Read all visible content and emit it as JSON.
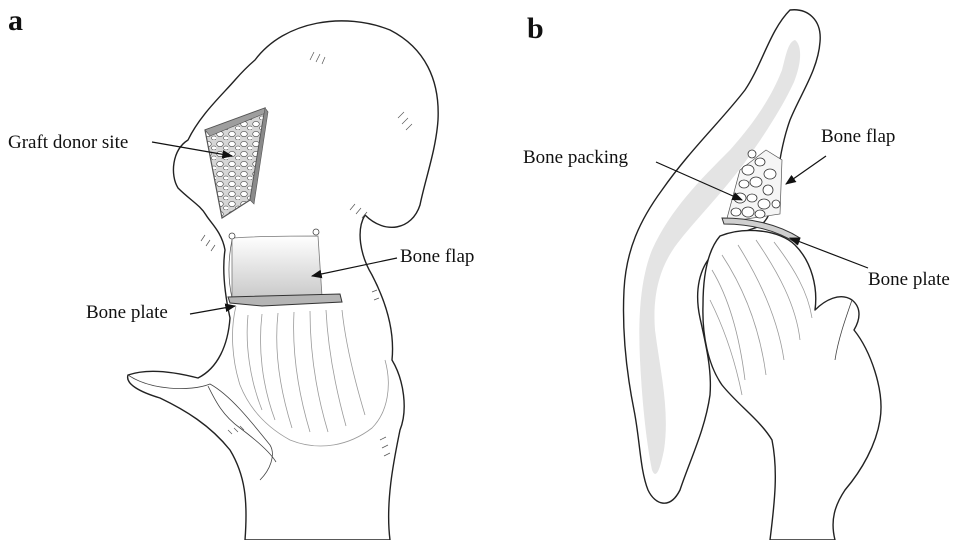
{
  "panels": [
    {
      "letter": "a",
      "labels": {
        "graft_donor_site": "Graft donor site",
        "bone_flap": "Bone flap",
        "bone_plate": "Bone plate"
      }
    },
    {
      "letter": "b",
      "labels": {
        "bone_packing": "Bone packing",
        "bone_flap": "Bone flap",
        "bone_plate": "Bone plate"
      }
    }
  ]
}
